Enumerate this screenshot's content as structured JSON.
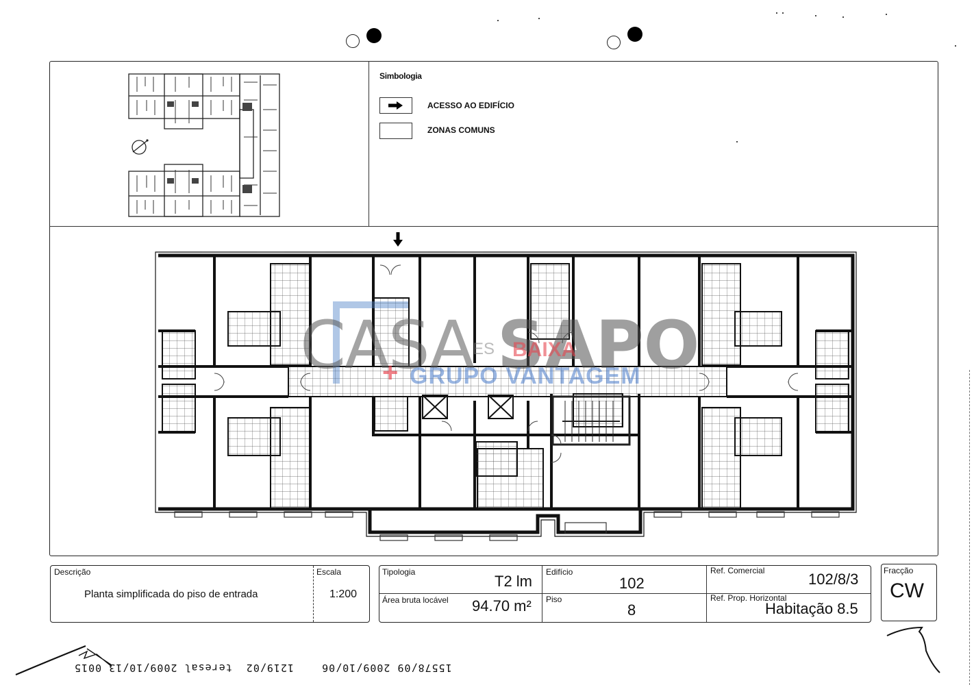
{
  "registration_marks": [
    "circle-pair-left",
    "circle-pair-right"
  ],
  "legend": {
    "title": "Simbologia",
    "items": [
      {
        "icon": "arrow-right-icon",
        "label": "ACESSO AO EDIFÍCIO"
      },
      {
        "icon": "empty-box-icon",
        "label": "ZONAS COMUNS"
      }
    ]
  },
  "key_plan": {
    "description": "U-shaped building key plan",
    "north_symbol": "north-arrow-icon"
  },
  "floor_plan": {
    "entrance_marker": "↓",
    "watermark": {
      "brand": "CASA SAPO",
      "brand_part1": "CASA",
      "brand_part2": "SAPO",
      "overlay_red": "BAIXA",
      "overlay_ext": "ES",
      "overlay_blue": "GRUPO VANTAGEM",
      "plus": "+"
    }
  },
  "title_block": {
    "descricao": {
      "label": "Descrição",
      "value": "Planta simplificada do piso de entrada"
    },
    "escala": {
      "label": "Escala",
      "value": "1:200"
    },
    "tipologia": {
      "label": "Tipologia",
      "value": "T2 lm"
    },
    "area": {
      "label": "Área bruta locável",
      "value": "94.70 m²"
    },
    "edificio": {
      "label": "Edifício",
      "value": "102"
    },
    "piso": {
      "label": "Piso",
      "value": "8"
    },
    "ref_comercial": {
      "label": "Ref. Comercial",
      "value": "102/8/3"
    },
    "ref_prop_horizontal": {
      "label": "Ref. Prop. Horizontal",
      "value": "Habitação 8.5"
    },
    "fraccao": {
      "label": "Fracção",
      "value": "CW"
    }
  },
  "footer_stamp": {
    "text": "15578/09 2009/10/06    1219/02  teresal 2009/10/13 0015"
  }
}
